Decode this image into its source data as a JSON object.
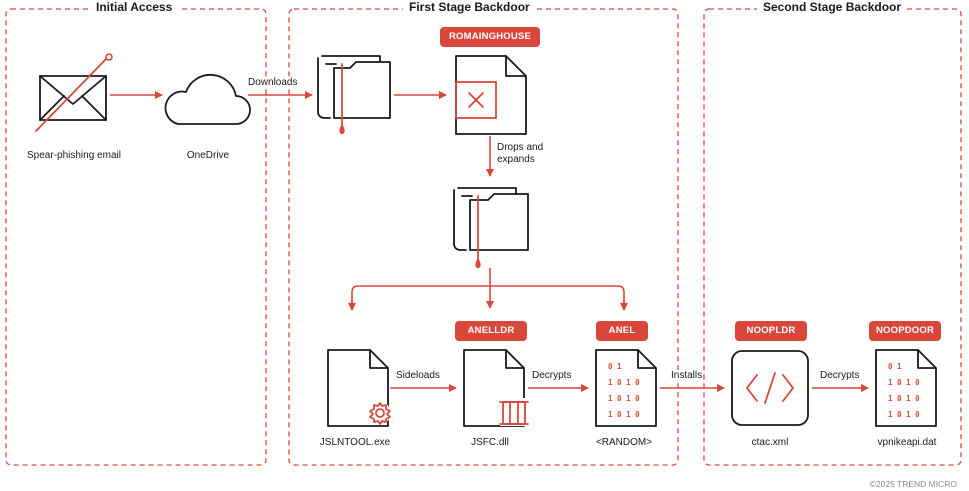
{
  "sections": {
    "initial_access": "Initial Access",
    "first_stage": "First Stage Backdoor",
    "second_stage": "Second Stage Backdoor"
  },
  "nodes": {
    "email": "Spear-phishing email",
    "onedrive": "OneDrive",
    "jslntool": "JSLNTOOL.exe",
    "jsfc": "JSFC.dll",
    "random": "<RANDOM>",
    "ctac": "ctac.xml",
    "vpnike": "vpnikeapi.dat"
  },
  "badges": {
    "romainghouse": "ROMAINGHOUSE",
    "anelldr": "ANELLDR",
    "anel": "ANEL",
    "noopldr": "NOOPLDR",
    "noopdoor": "NOOPDOOR"
  },
  "edges": {
    "downloads": "Downloads",
    "drops_and_expands": "Drops and\nexpands",
    "sideloads": "Sideloads",
    "decrypts_1": "Decrypts",
    "installs": "Installs",
    "decrypts_2": "Decrypts"
  },
  "binary_rows": [
    "01",
    "1010",
    "1010",
    "1010"
  ],
  "copyright": "©2025 TREND MICRO",
  "colors": {
    "accent": "#d9473b",
    "ink": "#1a1a1a"
  }
}
